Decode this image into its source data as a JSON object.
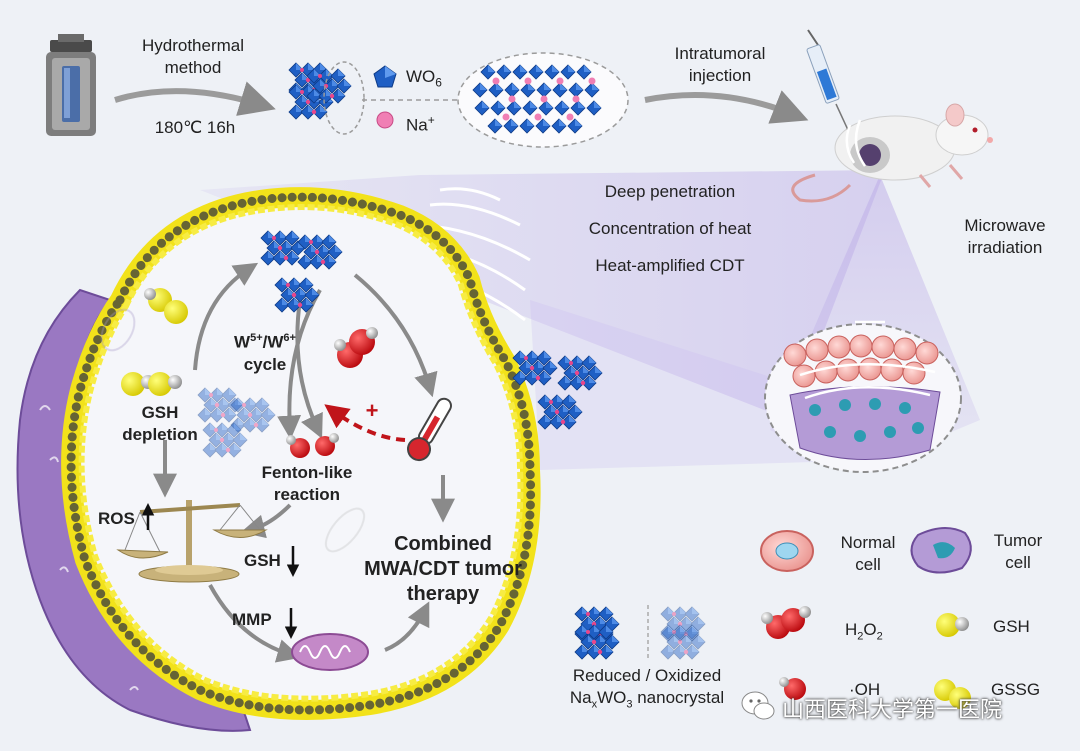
{
  "synthesis": {
    "method_line1": "Hydrothermal",
    "method_line2": "method",
    "condition": "180℃ 16h",
    "wo6_label": "WO",
    "wo6_sub": "6",
    "na_label": "Na",
    "na_sup": "+"
  },
  "injection": {
    "line1": "Intratumoral",
    "line2": "injection"
  },
  "features": [
    "Deep penetration",
    "Concentration of heat",
    "Heat-amplified CDT"
  ],
  "microwave": {
    "line1": "Microwave",
    "line2": "irradiation"
  },
  "cell_process": {
    "w_cycle_line1_a": "W",
    "w_cycle_line1_sup1": "5+",
    "w_cycle_line1_b": "/W",
    "w_cycle_line1_sup2": "6+",
    "w_cycle_line2": "cycle",
    "gsh_depletion_line1": "GSH",
    "gsh_depletion_line2": "depletion",
    "fenton_line1": "Fenton-like",
    "fenton_line2": "reaction",
    "plus": "+",
    "ros": "ROS",
    "gsh": "GSH",
    "mmp": "MMP",
    "therapy_line1": "Combined",
    "therapy_line2": "MWA/CDT tumor",
    "therapy_line3": "therapy"
  },
  "legend": {
    "normal_line1": "Normal",
    "normal_line2": "cell",
    "tumor_line1": "Tumor",
    "tumor_line2": "cell",
    "h2o2_a": "H",
    "h2o2_sub1": "2",
    "h2o2_b": "O",
    "h2o2_sub2": "2",
    "gsh": "GSH",
    "oh": "·OH",
    "gssg": "GSSG",
    "nano_line1": "Reduced / Oxidized",
    "nano_a": "Na",
    "nano_sub1": "x",
    "nano_b": "WO",
    "nano_sub2": "3",
    "nano_c": " nanocrystal"
  },
  "watermark": "山西医科大学第一医院",
  "colors": {
    "background": "#eef1f6",
    "crystal_blue": "#1f5fc4",
    "membrane_yellow": "#f2e21a",
    "tumor_purple": "#9a78c2",
    "arrow_gray": "#8a8a8a",
    "plus_red": "#c0141a",
    "thermo_red": "#d6262e"
  },
  "icons": [
    "autoclave-icon",
    "syringe-icon",
    "mouse-icon",
    "thermometer-icon",
    "balance-scale-icon",
    "mitochondria-icon",
    "wechat-icon"
  ]
}
